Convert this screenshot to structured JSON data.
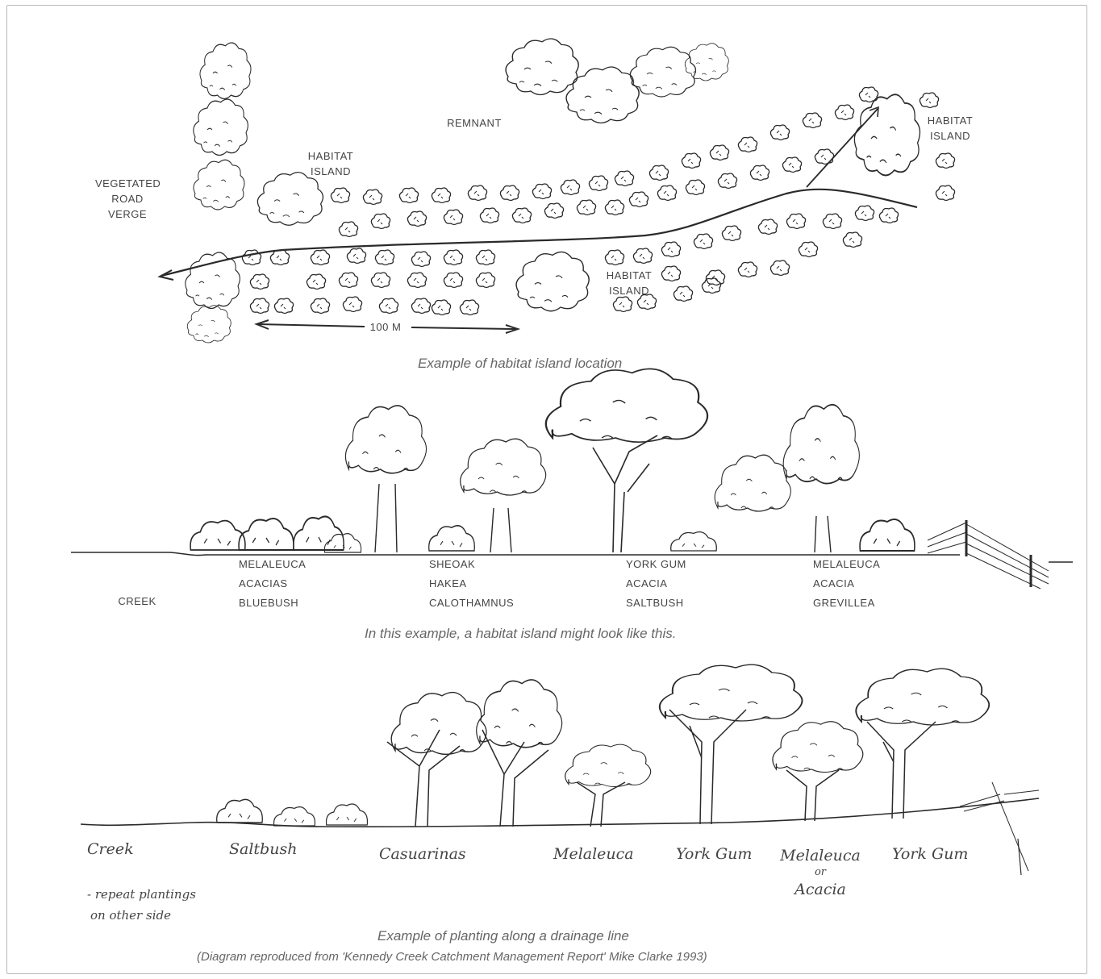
{
  "diagram1": {
    "labels": {
      "vegetated_road_verge": [
        "VEGETATED",
        "ROAD",
        "VERGE"
      ],
      "remnant": "REMNANT",
      "habitat_island_left": [
        "HABITAT",
        "ISLAND"
      ],
      "habitat_island_middle": [
        "HABITAT",
        "ISLAND"
      ],
      "habitat_island_right": [
        "HABITAT",
        "ISLAND"
      ],
      "distance": "100 M"
    },
    "caption": "Example of habitat island location"
  },
  "diagram2": {
    "creek": "CREEK",
    "groups": [
      [
        "MELALEUCA",
        "ACACIAS",
        "BLUEBUSH"
      ],
      [
        "SHEOAK",
        "HAKEA",
        "CALOTHAMNUS"
      ],
      [
        "YORK GUM",
        "ACACIA",
        "SALTBUSH"
      ],
      [
        "MELALEUCA",
        "ACACIA",
        "GREVILLEA"
      ]
    ],
    "caption": "In this example, a habitat island might look like this."
  },
  "diagram3": {
    "labels": {
      "creek": "Creek",
      "saltbush": "Saltbush",
      "casuarinas": "Casuarinas",
      "melaleuca": "Melaleuca",
      "york_gum_1": "York Gum",
      "melaleuca_or_acacia": [
        "Melaleuca",
        "or",
        "Acacia"
      ],
      "york_gum_2": "York Gum",
      "repeat_note": [
        "- repeat plantings",
        "on other side"
      ]
    },
    "caption": "Example of planting along a drainage line",
    "credit": "(Diagram reproduced from 'Kennedy Creek Catchment Management Report' Mike Clarke 1993)"
  },
  "colors": {
    "ink": "#2a2a2a",
    "caption": "#666666",
    "frame": "#b8b8b8"
  }
}
